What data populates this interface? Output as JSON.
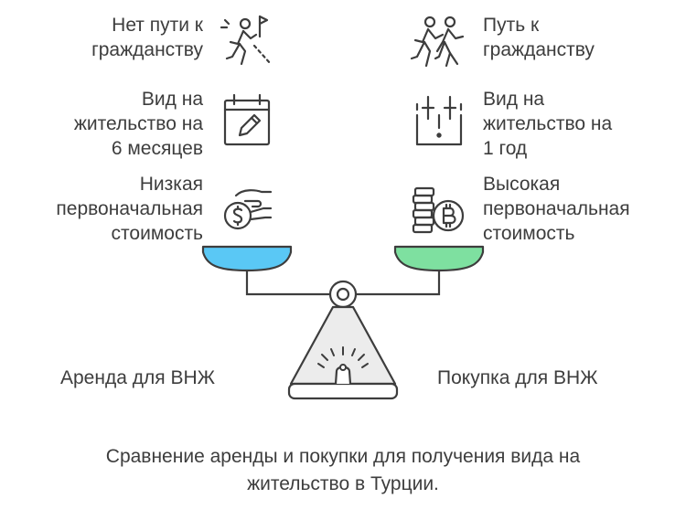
{
  "left": {
    "items": [
      {
        "text": "Нет пути к\nгражданству",
        "icon": "no-path-walker-icon"
      },
      {
        "text": "Вид на\nжительство на\n6 месяцев",
        "icon": "calendar-pencil-icon"
      },
      {
        "text": "Низкая\nпервоначальная\nстоимость",
        "icon": "hand-coin-icon"
      }
    ],
    "label": "Аренда для ВНЖ",
    "pan_color": "#5ac8f5"
  },
  "right": {
    "items": [
      {
        "text": "Путь к\nгражданству",
        "icon": "walking-couple-icon"
      },
      {
        "text": "Вид на\nжительство на\n1 год",
        "icon": "calendar-alert-icon"
      },
      {
        "text": "Высокая\nпервоначальная\nстоимость",
        "icon": "bitcoin-coins-icon"
      }
    ],
    "label": "Покупка для ВНЖ",
    "pan_color": "#7ee0a0"
  },
  "caption": "Сравнение аренды и покупки для получения вида на\nжительство в Турции."
}
